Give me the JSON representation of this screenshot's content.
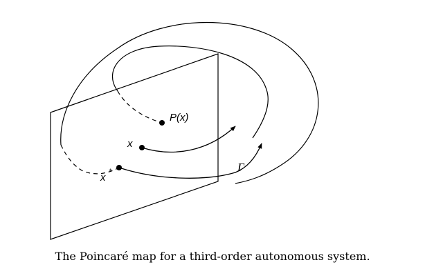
{
  "figure": {
    "labels": {
      "px": "P(x)",
      "x": "x",
      "xstar": "x",
      "xstar_sup": "*",
      "gamma": "Γ"
    },
    "caption": "The Poincaré map for a third-order autonomous system."
  }
}
